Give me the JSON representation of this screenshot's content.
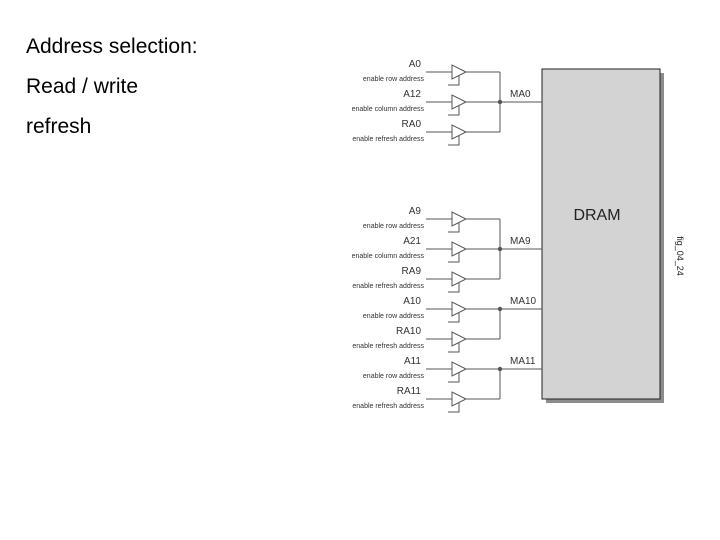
{
  "bullets": [
    "Address selection:",
    "Read / write",
    "refresh"
  ],
  "diagram": {
    "chip_label": "DRAM",
    "figure_id": "fig_04_24",
    "colors": {
      "chip_fill": "#d3d3d3",
      "chip_shadow": "#8c8c8c",
      "line": "#555555",
      "text": "#333333"
    },
    "groups": [
      {
        "output": "MA0",
        "inputs": [
          {
            "signal": "A0",
            "enable": "enable row address"
          },
          {
            "signal": "A12",
            "enable": "enable column address"
          },
          {
            "signal": "RA0",
            "enable": "enable refresh address"
          }
        ]
      },
      {
        "output": "MA9",
        "inputs": [
          {
            "signal": "A9",
            "enable": "enable row address"
          },
          {
            "signal": "A21",
            "enable": "enable column address"
          },
          {
            "signal": "RA9",
            "enable": "enable refresh address"
          }
        ]
      },
      {
        "output": "MA10",
        "inputs": [
          {
            "signal": "A10",
            "enable": "enable row address"
          },
          {
            "signal": "RA10",
            "enable": "enable refresh address"
          }
        ]
      },
      {
        "output": "MA11",
        "inputs": [
          {
            "signal": "A11",
            "enable": "enable row address"
          },
          {
            "signal": "RA11",
            "enable": "enable refresh address"
          }
        ]
      }
    ]
  }
}
